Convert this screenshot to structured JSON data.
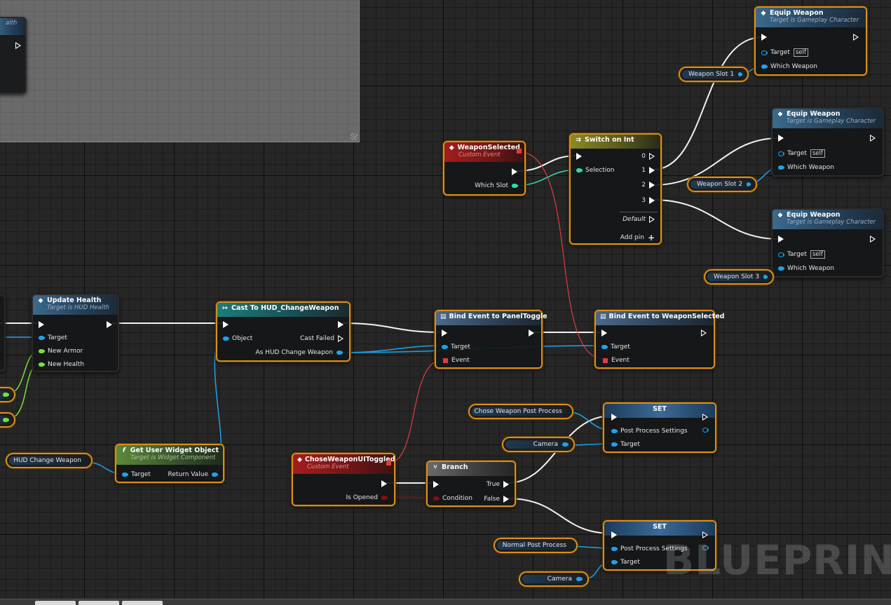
{
  "watermark": "BLUEPRIN",
  "partial_node": {
    "title_fragment": "alth"
  },
  "update_health": {
    "title": "Update Health",
    "subtitle": "Target is HUD Health",
    "pins": {
      "target": "Target",
      "new_armor": "New Armor",
      "new_health": "New Health"
    }
  },
  "get_widget": {
    "title": "Get User Widget Object",
    "subtitle": "Target is Widget Component",
    "pins": {
      "target": "Target",
      "return_value": "Return Value"
    }
  },
  "hud_change_weapon_var": {
    "label": "HUD Change Weapon"
  },
  "cast": {
    "title": "Cast To HUD_ChangeWeapon",
    "pins": {
      "object": "Object",
      "cast_failed": "Cast Failed",
      "as_hud": "As HUD Change Weapon"
    }
  },
  "bind_panel": {
    "title": "Bind Event to PanelToggle",
    "pins": {
      "target": "Target",
      "event": "Event"
    }
  },
  "bind_weapon": {
    "title": "Bind Event to WeaponSelected",
    "pins": {
      "target": "Target",
      "event": "Event"
    }
  },
  "weapon_selected": {
    "title": "WeaponSelected",
    "subtitle": "Custom Event",
    "pins": {
      "which_slot": "Which Slot"
    }
  },
  "switch": {
    "title": "Switch on Int",
    "pins": {
      "selection": "Selection",
      "p0": "0",
      "p1": "1",
      "p2": "2",
      "p3": "3",
      "default": "Default",
      "add_pin": "Add pin"
    }
  },
  "equip": [
    {
      "title": "Equip Weapon",
      "subtitle": "Target is Gameplay Character",
      "target": "Target",
      "self": "self",
      "which": "Which Weapon"
    },
    {
      "title": "Equip Weapon",
      "subtitle": "Target is Gameplay Character",
      "target": "Target",
      "self": "self",
      "which": "Which Weapon"
    },
    {
      "title": "Equip Weapon",
      "subtitle": "Target is Gameplay Character",
      "target": "Target",
      "self": "self",
      "which": "Which Weapon"
    }
  ],
  "weapon_slots": [
    "Weapon Slot 1",
    "Weapon Slot 2",
    "Weapon Slot 3"
  ],
  "chose_toggled": {
    "title": "ChoseWeaponUIToggled",
    "subtitle": "Custom Event",
    "pins": {
      "is_opened": "Is Opened"
    }
  },
  "branch": {
    "title": "Branch",
    "pins": {
      "condition": "Condition",
      "true": "True",
      "false": "False"
    }
  },
  "set_nodes": [
    {
      "title": "SET",
      "pp": "Post Process Settings",
      "target": "Target"
    },
    {
      "title": "SET",
      "pp": "Post Process Settings",
      "target": "Target"
    }
  ],
  "vars": {
    "chose_pp": "Chose Weapon Post Process",
    "camera": "Camera",
    "normal_pp": "Normal Post Process"
  },
  "icons": {
    "function": "function-diamond-icon",
    "event": "event-diamond-icon",
    "cast": "cast-arrow-icon",
    "pure": "pure-function-f-icon",
    "switch": "switch-icon",
    "branch": "branch-icon",
    "bind": "bind-event-icon"
  },
  "colors": {
    "node_border_selected": "#d98e1a",
    "exec_wire": "#ffffff",
    "object_pin": "#1fa2e8",
    "float_pin": "#78e03a",
    "int_pin": "#2fdcae",
    "delegate_pin": "#e23c3c",
    "bool_pin": "#8a0e0e"
  }
}
